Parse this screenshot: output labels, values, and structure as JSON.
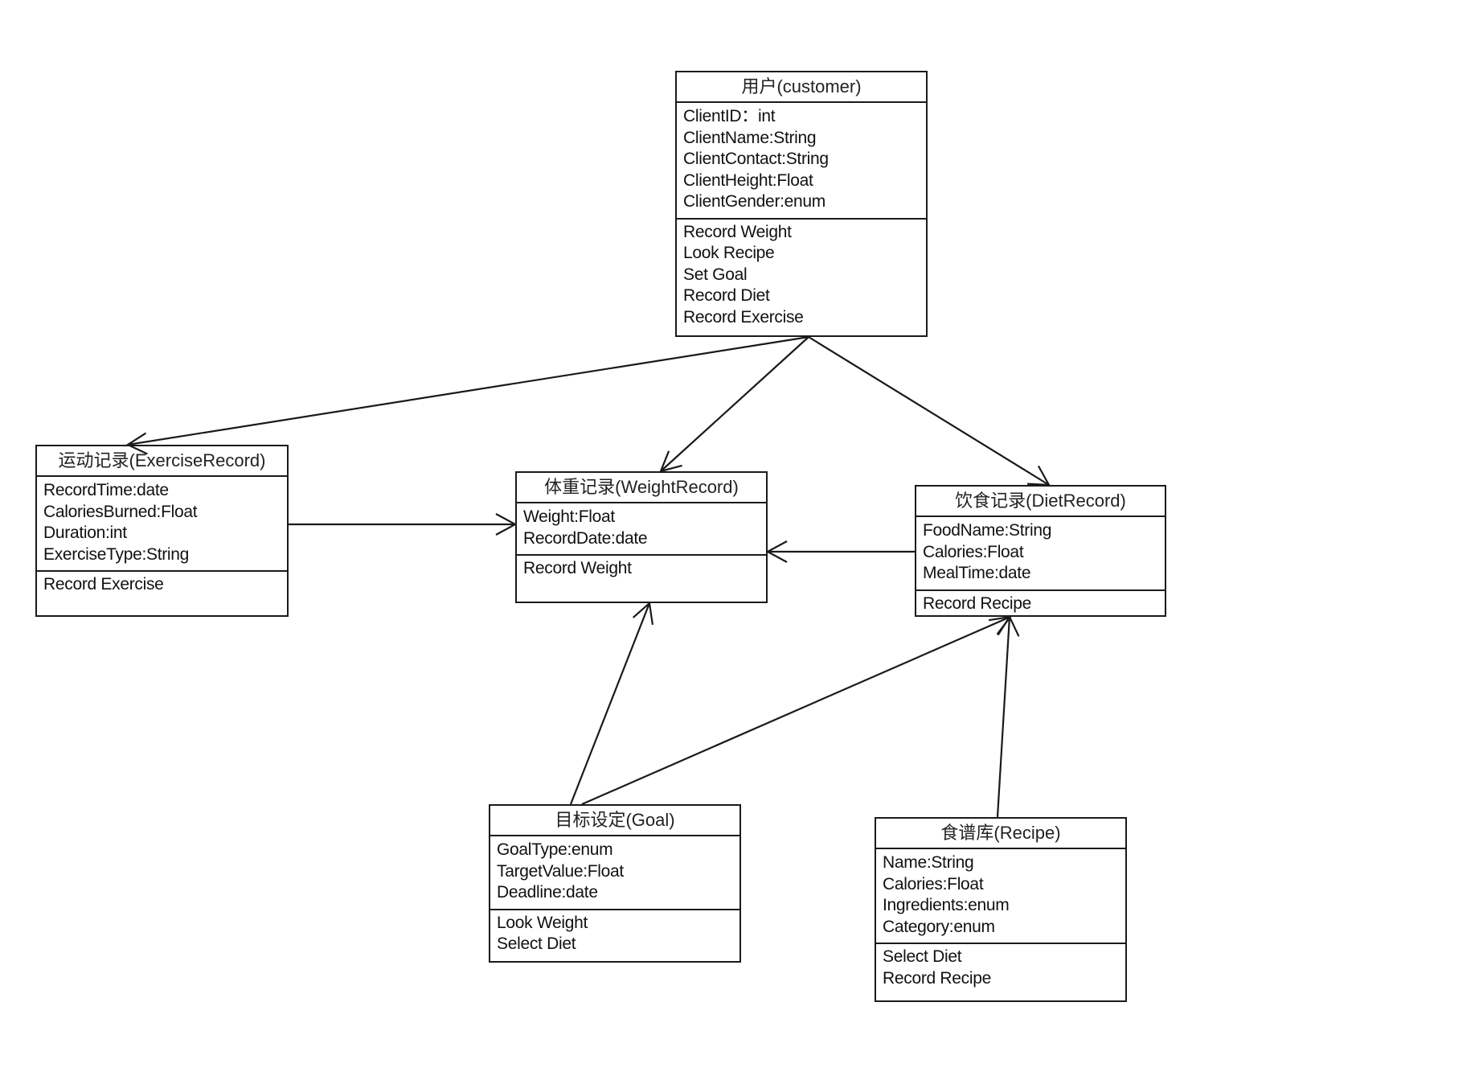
{
  "classes": {
    "customer": {
      "title": "用户(customer)",
      "attributes": [
        "ClientID：int",
        "ClientName:String",
        "ClientContact:String",
        "ClientHeight:Float",
        "ClientGender:enum"
      ],
      "operations": [
        "Record Weight",
        "Look Recipe",
        "Set Goal",
        "Record Diet",
        "Record  Exercise"
      ]
    },
    "exercise": {
      "title": "运动记录(ExerciseRecord)",
      "attributes": [
        "RecordTime:date",
        "CaloriesBurned:Float",
        "Duration:int",
        "ExerciseType:String"
      ],
      "operations": [
        "Record Exercise"
      ]
    },
    "weight": {
      "title": "体重记录(WeightRecord)",
      "attributes": [
        "Weight:Float",
        "RecordDate:date"
      ],
      "operations": [
        "Record Weight"
      ]
    },
    "diet": {
      "title": "饮食记录(DietRecord)",
      "attributes": [
        "FoodName:String",
        "Calories:Float",
        "MealTime:date"
      ],
      "operations": [
        "Record Recipe"
      ]
    },
    "goal": {
      "title": "目标设定(Goal)",
      "attributes": [
        "GoalType:enum",
        "TargetValue:Float",
        "Deadline:date"
      ],
      "operations": [
        "Look Weight",
        "Select Diet"
      ]
    },
    "recipe": {
      "title": "食谱库(Recipe)",
      "attributes": [
        "Name:String",
        "Calories:Float",
        "Ingredients:enum",
        "Category:enum"
      ],
      "operations": [
        "Select Diet",
        "Record Recipe"
      ]
    }
  },
  "associations": [
    {
      "from": "customer",
      "to": "exercise"
    },
    {
      "from": "customer",
      "to": "weight"
    },
    {
      "from": "customer",
      "to": "diet"
    },
    {
      "from": "exercise",
      "to": "weight"
    },
    {
      "from": "diet",
      "to": "weight"
    },
    {
      "from": "goal",
      "to": "weight"
    },
    {
      "from": "goal",
      "to": "diet"
    },
    {
      "from": "recipe",
      "to": "diet"
    }
  ]
}
